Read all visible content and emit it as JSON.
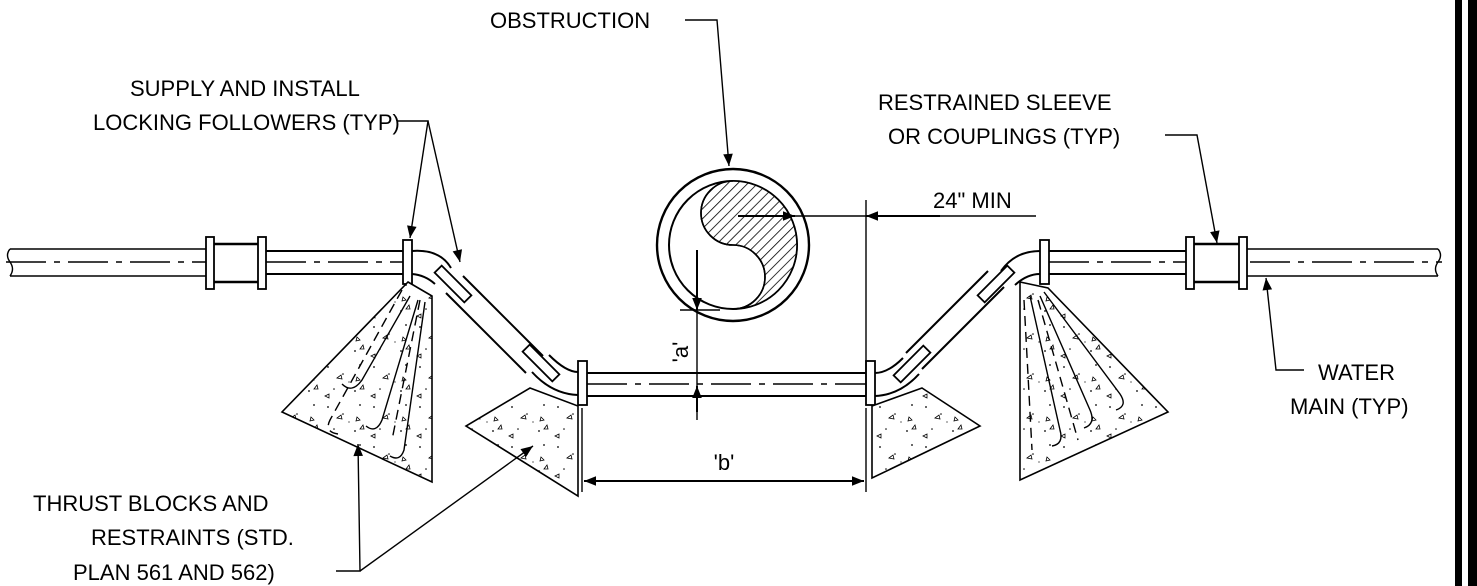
{
  "labels": {
    "obstruction": "OBSTRUCTION",
    "locking_line1": "SUPPLY AND INSTALL",
    "locking_line2": "LOCKING FOLLOWERS (TYP)",
    "sleeve_line1": "RESTRAINED SLEEVE",
    "sleeve_line2": "OR COUPLINGS (TYP)",
    "min_clearance": "24\" MIN",
    "water_line1": "WATER",
    "water_line2": "MAIN (TYP)",
    "thrust_line1": "THRUST BLOCKS AND",
    "thrust_line2": "RESTRAINTS (STD.",
    "thrust_line3": "PLAN 561 AND 562)",
    "dim_a": "'a'",
    "dim_b": "'b'"
  }
}
